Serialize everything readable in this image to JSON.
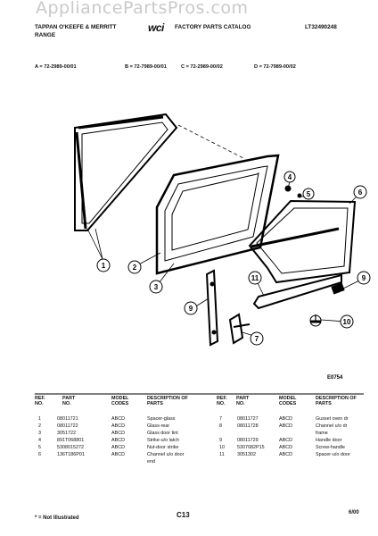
{
  "watermark": "AppliancePartsPros.com",
  "header": {
    "brand_line1": "TAPPAN O'KEEFE & MERRITT",
    "brand_line2": "RANGE",
    "logo_text": "wci",
    "catalog_title": "FACTORY PARTS CATALOG",
    "catalog_number": "LT32490248"
  },
  "models": {
    "a": "A = 72-2989-00/01",
    "b": "B = 72-7989-00/01",
    "c": "C = 72-2989-00/02",
    "d": "D = 72-7989-00/02"
  },
  "diagram": {
    "callouts": [
      "1",
      "2",
      "3",
      "4",
      "5",
      "6",
      "9",
      "7",
      "11",
      "9",
      "10"
    ],
    "figure_code": "E0754"
  },
  "table": {
    "headers": {
      "ref": "REF. NO.",
      "part": "PART NO.",
      "model": "MODEL CODES",
      "desc": "DESCRIPTION OF PARTS"
    },
    "left_rows": [
      {
        "ref": "1",
        "part": "08011721",
        "model": "ABCD",
        "desc": "Spacer-glass"
      },
      {
        "ref": "2",
        "part": "08011722",
        "model": "ABCD",
        "desc": "Glass-rear"
      },
      {
        "ref": "3",
        "part": "3051722",
        "model": "ABCD",
        "desc": "Glass door tint"
      },
      {
        "ref": "4",
        "part": "891T068801",
        "model": "ABCD",
        "desc": "Strike-u/o latch"
      },
      {
        "ref": "5",
        "part": "5308015272",
        "model": "ABCD",
        "desc": "Nut-door strike"
      },
      {
        "ref": "6",
        "part": "136T186P01",
        "model": "ABCD",
        "desc": "Channel u/o door"
      },
      {
        "ref": "",
        "part": "",
        "model": "",
        "desc": "end"
      }
    ],
    "right_rows": [
      {
        "ref": "7",
        "part": "08011727",
        "model": "ABCD",
        "desc": "Gusset oven dr"
      },
      {
        "ref": "8",
        "part": "08011728",
        "model": "ABCD",
        "desc": "Channel u/o dr"
      },
      {
        "ref": "",
        "part": "",
        "model": "",
        "desc": "frame"
      },
      {
        "ref": "9",
        "part": "08011729",
        "model": "ABCD",
        "desc": "Handle door"
      },
      {
        "ref": "10",
        "part": "5307082P15",
        "model": "ABCD",
        "desc": "Screw-handle"
      },
      {
        "ref": "11",
        "part": "3051302",
        "model": "ABCD",
        "desc": "Spacer-u/o door"
      }
    ]
  },
  "footer": {
    "note": "* = Not Illustrated",
    "page": "C13",
    "date": "6/00"
  }
}
